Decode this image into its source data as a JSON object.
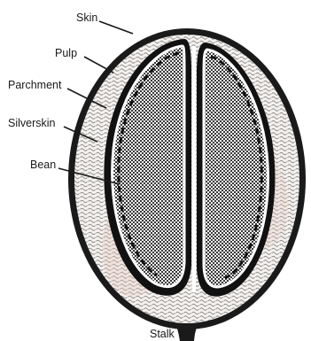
{
  "diagram": {
    "labels": {
      "skin": "Skin",
      "pulp": "Pulp",
      "parchment": "Parchment",
      "silverskin": "Silverskin",
      "bean": "Bean",
      "stalk": "Stalk"
    },
    "colors": {
      "skin": "#1a1a1a",
      "pulp_background": "#f4f1ee",
      "pulp_pattern": "#8a8a8a",
      "pulp_tint": "#e8c9c0",
      "bean_check_dark": "#3a3a3a",
      "bean_check_light": "#f5f5f5",
      "parchment_line": "#ffffff",
      "silverskin_line": "#111111"
    }
  }
}
